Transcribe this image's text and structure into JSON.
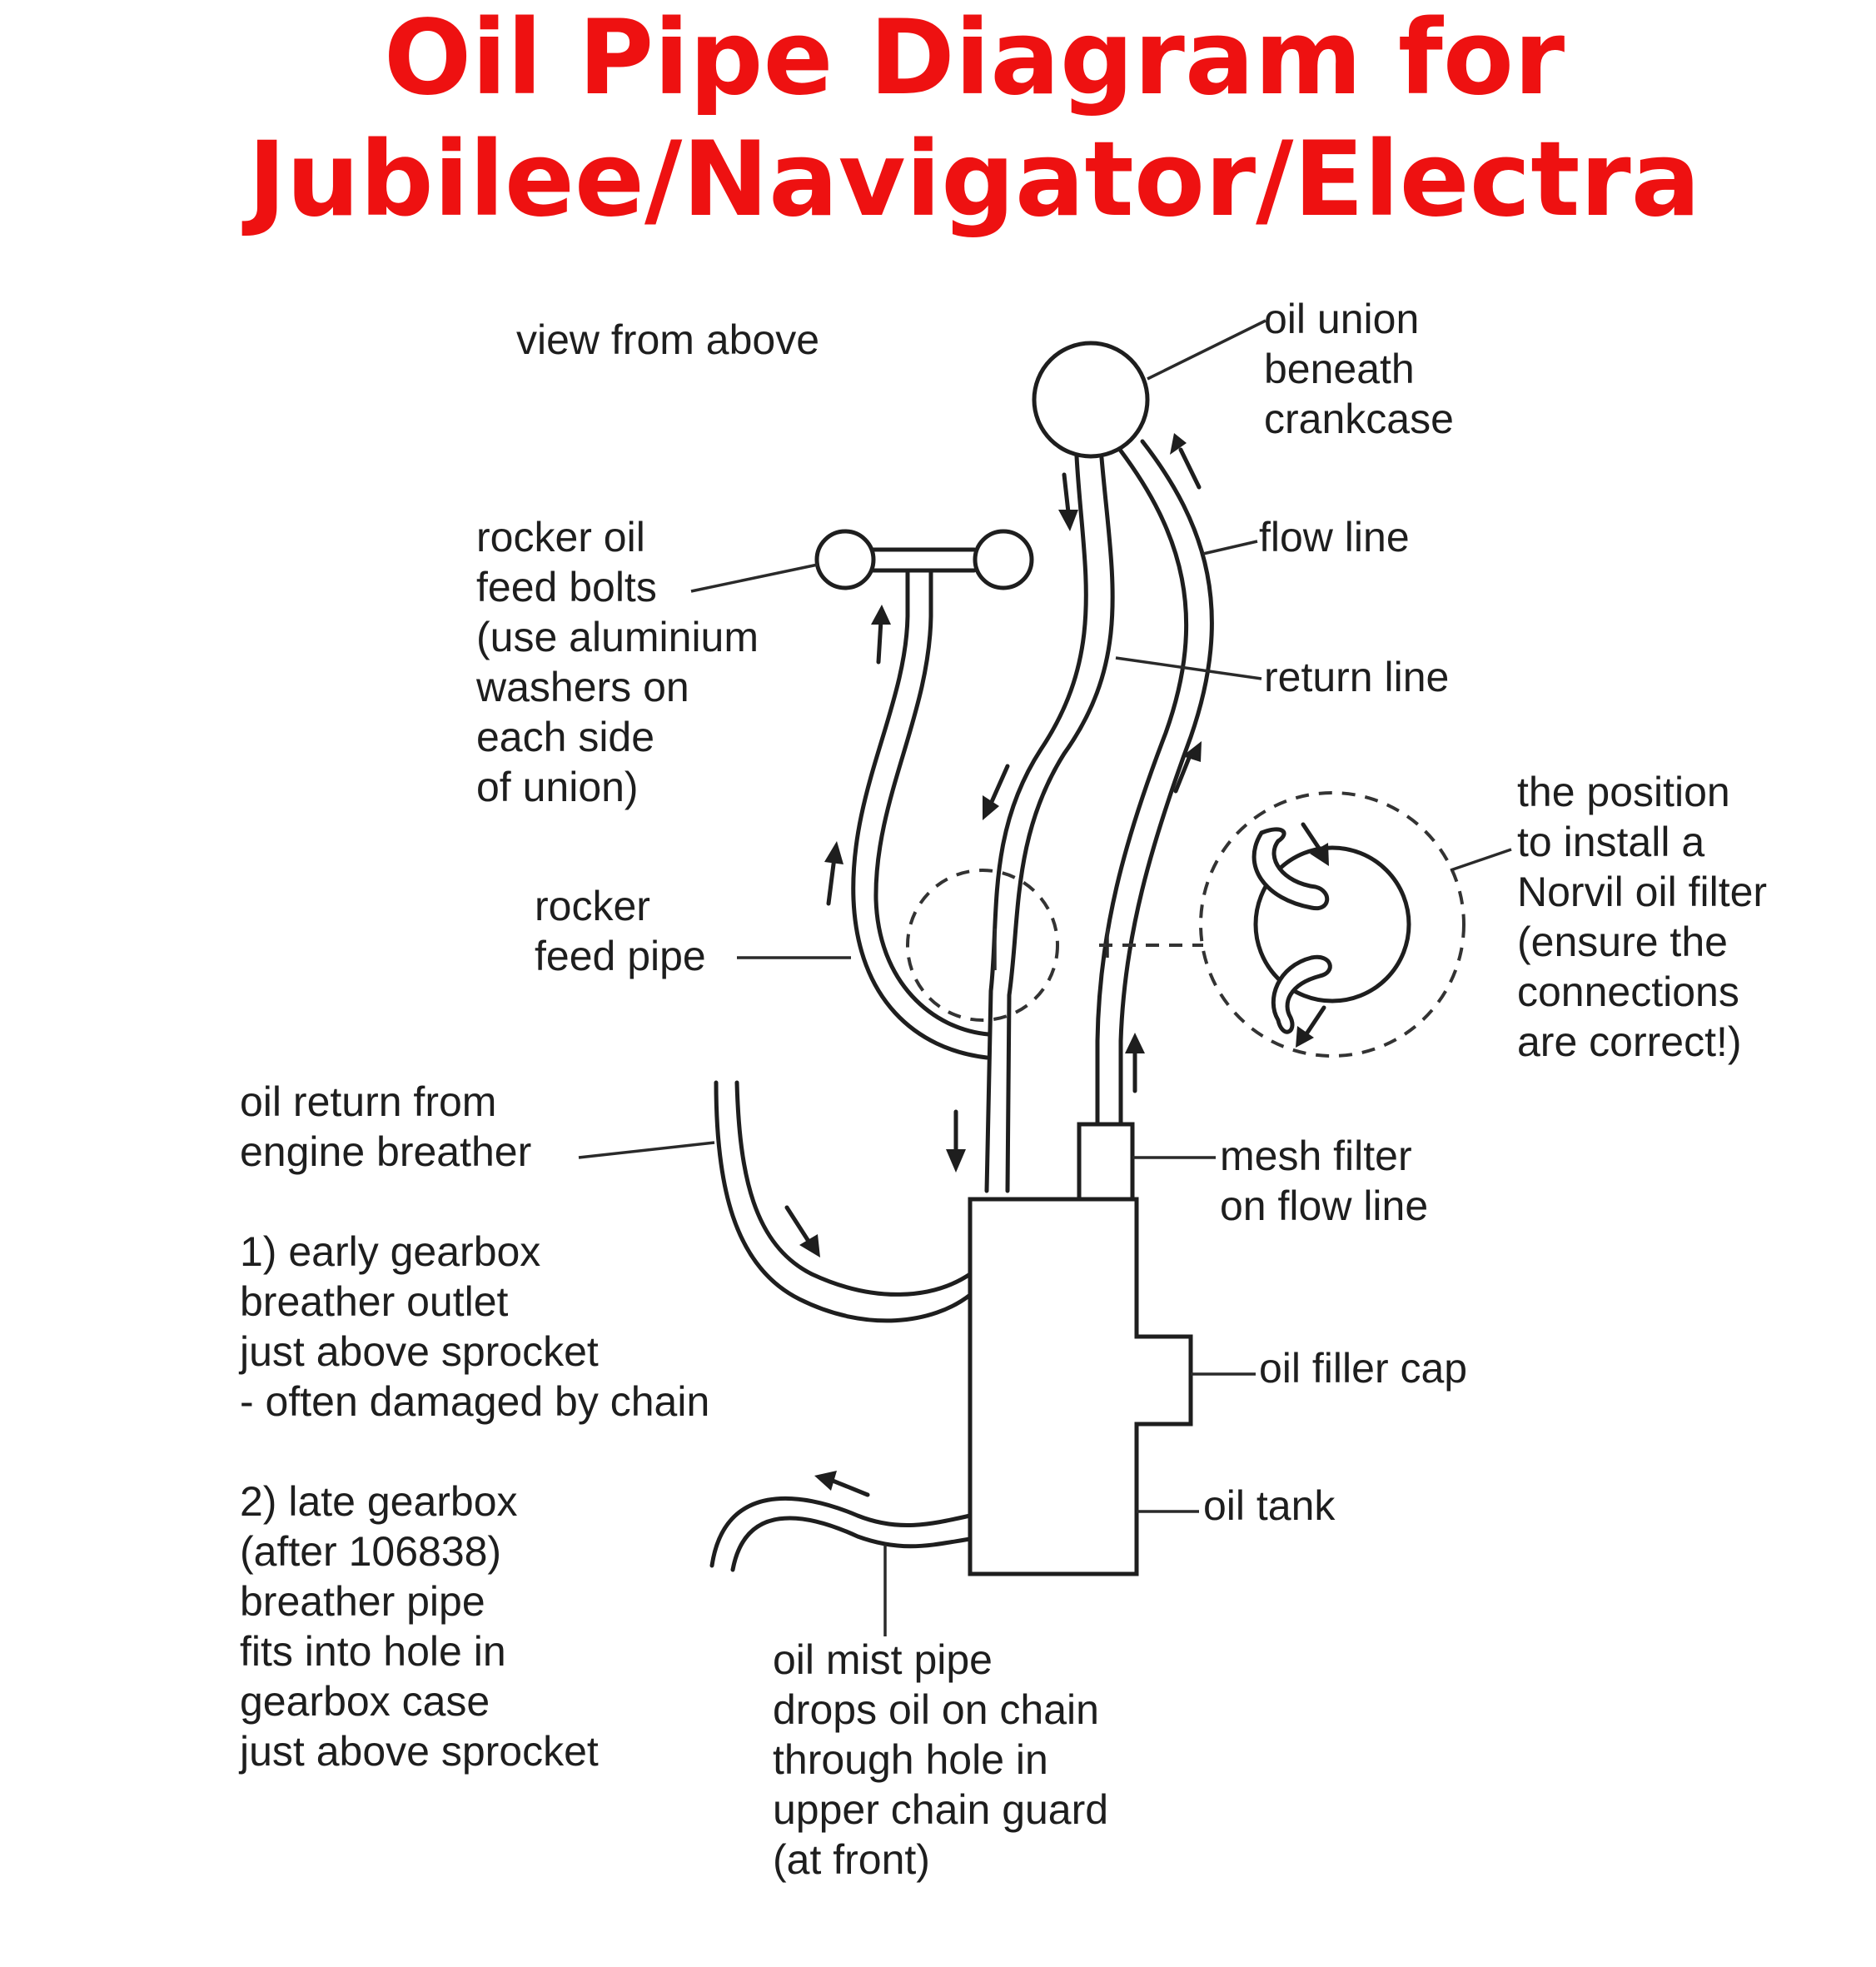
{
  "title": {
    "line1": "Oil Pipe Diagram for",
    "line2": "Jubilee/Navigator/Electra"
  },
  "labels": {
    "view": "view from above",
    "oil_union": [
      "oil union",
      "beneath",
      "crankcase"
    ],
    "flow_line": "flow line",
    "return_line": "return line",
    "rocker_bolts": [
      "rocker oil",
      "feed bolts",
      "(use aluminium",
      "washers on",
      "each side",
      "of union)"
    ],
    "rocker_pipe": [
      "rocker",
      "feed pipe"
    ],
    "norvil": [
      "the position",
      "to install a",
      "Norvil oil filter",
      "(ensure the",
      "connections",
      "are correct!)"
    ],
    "engine_breather": [
      "oil return from",
      "engine breather"
    ],
    "early_gearbox": [
      "1) early gearbox",
      "breather outlet",
      "just above sprocket",
      "- often damaged by chain"
    ],
    "mesh_filter": [
      "mesh filter",
      "on flow line"
    ],
    "filler_cap": "oil filler cap",
    "oil_tank": "oil tank",
    "late_gearbox": [
      "2) late gearbox",
      "(after 106838)",
      "breather pipe",
      "fits into hole in",
      "gearbox case",
      "just above sprocket"
    ],
    "oil_mist": [
      "oil mist pipe",
      "drops oil on chain",
      "through hole in",
      "upper chain guard",
      "(at front)"
    ]
  },
  "colors": {
    "title": "#ee1111",
    "ink": "#1e1e1e",
    "background": "#ffffff"
  }
}
